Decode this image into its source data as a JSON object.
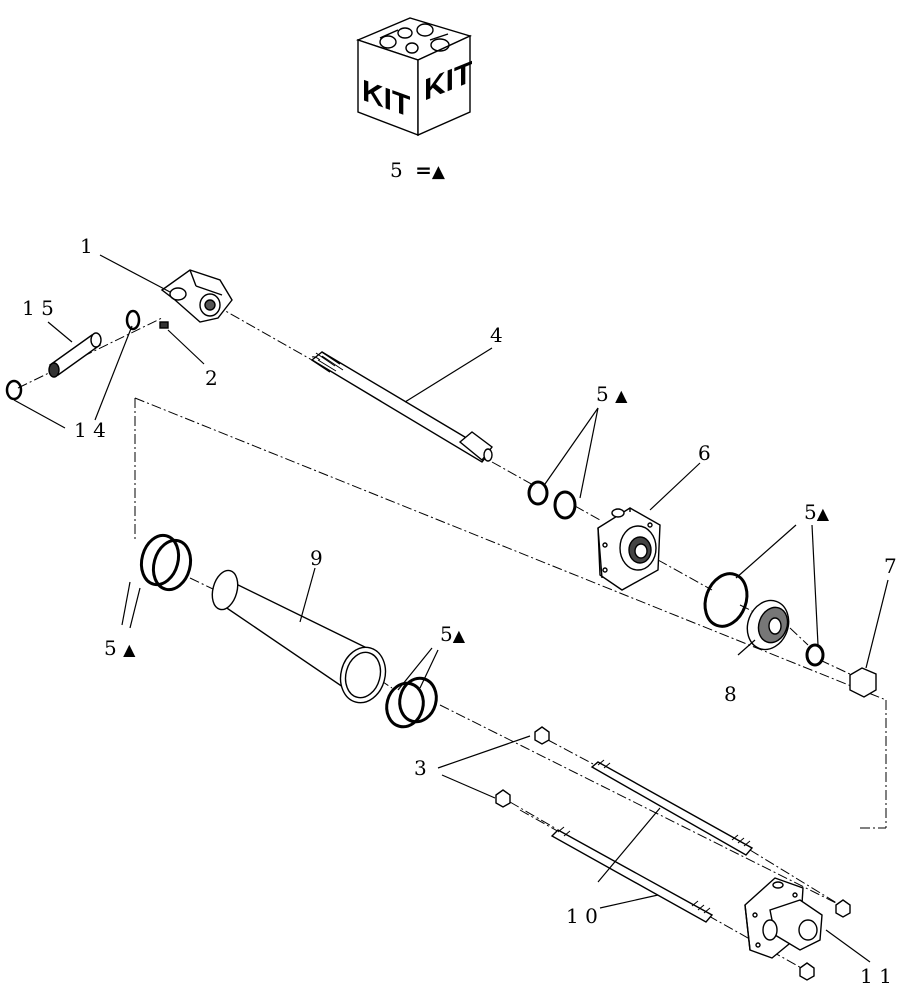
{
  "kit_icon": {
    "face_left": "KIT",
    "face_right": "KIT"
  },
  "legend": {
    "number": "5",
    "equals": "=",
    "symbol": "▲"
  },
  "callouts": {
    "c1": "1",
    "c2": "2",
    "c3": "3",
    "c4": "4",
    "c5a": "5",
    "c5b": "5",
    "c5c": "5",
    "c5d": "5",
    "c6": "6",
    "c7": "7",
    "c8": "8",
    "c9": "9",
    "c10": "1 0",
    "c11": "1 1",
    "c14": "1 4",
    "c15": "1 5"
  },
  "kit_marker": "▲"
}
